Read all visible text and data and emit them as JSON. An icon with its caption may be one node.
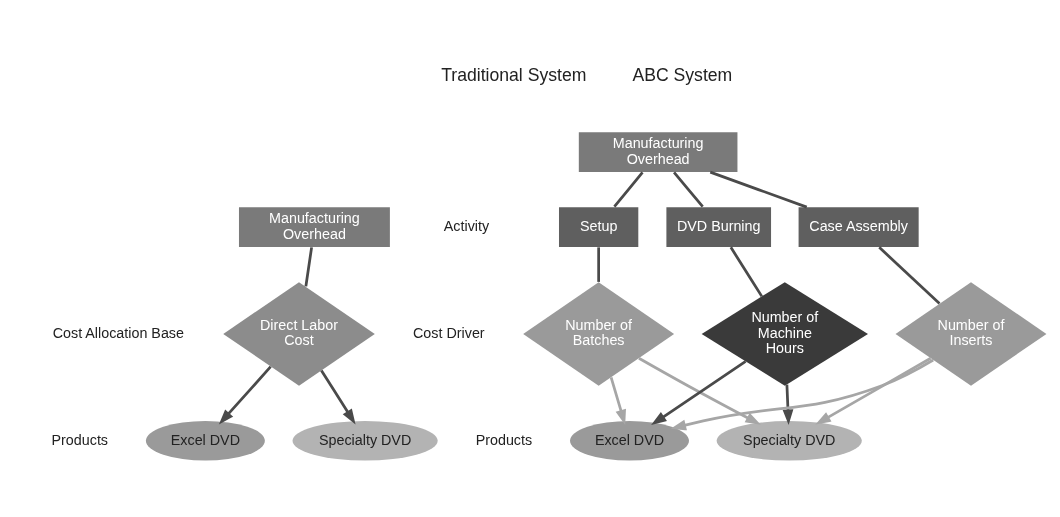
{
  "diagram": {
    "nodes": [
      {
        "text": [
          "Manufacturing Overhead"
        ]
      },
      {
        "text": [
          "Direct Labor Cost"
        ]
      },
      {
        "text": [
          "Excel DVD"
        ]
      },
      {
        "text": [
          "Specialty DVD"
        ]
      },
      {
        "text": [
          "Manufacturing Overhead"
        ]
      },
      {
        "text": [
          "Setup"
        ]
      },
      {
        "text": [
          "DVD Burning"
        ]
      },
      {
        "text": [
          "Case Assembly"
        ]
      },
      {
        "text": [
          "Number of Batches"
        ]
      },
      {
        "text": [
          "Number of Machine Hours"
        ]
      },
      {
        "text": [
          "Number of Inserts"
        ]
      },
      {
        "text": [
          "Excel DVD"
        ]
      },
      {
        "text": [
          "Specialty DVD"
        ]
      }
    ],
    "edges": [
      {
        "from": 0,
        "to": 1,
        "arrow": "none"
      },
      {
        "from": 1,
        "to": 2,
        "arrow": "to"
      },
      {
        "from": 1,
        "to": 3,
        "arrow": "to"
      },
      {
        "from": 4,
        "to": 5,
        "arrow": "none"
      },
      {
        "from": 4,
        "to": 6,
        "arrow": "none"
      },
      {
        "from": 4,
        "to": 7,
        "arrow": "none"
      },
      {
        "from": 5,
        "to": 8,
        "arrow": "none"
      },
      {
        "from": 6,
        "to": 9,
        "arrow": "none"
      },
      {
        "from": 7,
        "to": 10,
        "arrow": "none"
      },
      {
        "from": 8,
        "to": 11,
        "arrow": "to",
        "color": "#a6a6a6"
      },
      {
        "from": 8,
        "to": 12,
        "arrow": "to",
        "color": "#a6a6a6"
      },
      {
        "from": 9,
        "to": 11,
        "arrow": "to"
      },
      {
        "from": 9,
        "to": 12,
        "arrow": "to"
      },
      {
        "from": 10,
        "to": 11,
        "arrow": "to",
        "color": "#a6a6a6"
      },
      {
        "from": 10,
        "to": 12,
        "arrow": "to",
        "color": "#a6a6a6"
      }
    ],
    "labels": [
      "Traditional System",
      "Cost Allocation Base",
      "Products",
      "ABC System",
      "Activity",
      "Cost Driver",
      "Products"
    ]
  }
}
